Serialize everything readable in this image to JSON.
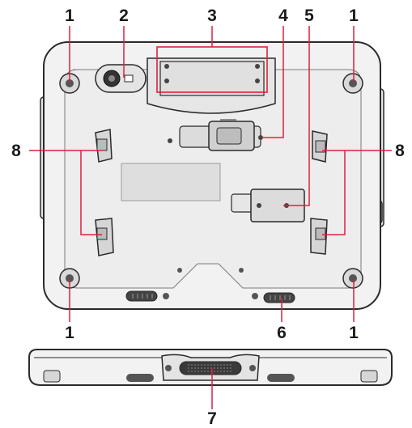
{
  "diagram": {
    "callouts": [
      "1",
      "2",
      "3",
      "4",
      "5",
      "6",
      "7",
      "8"
    ],
    "accent_color": "#e0203a",
    "device_fill": "#f2f2f2",
    "outline_color": "#2a2a2a",
    "views": [
      "tablet-back-view",
      "tablet-bottom-edge-view"
    ]
  }
}
